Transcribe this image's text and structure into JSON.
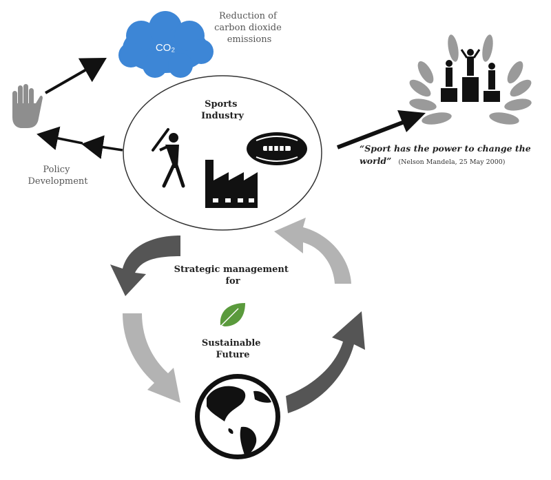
{
  "cloud": {
    "label": "CO₂",
    "color": "#3d86d6"
  },
  "captions": {
    "reduction": [
      "Reduction of",
      "carbon dioxide",
      "emissions"
    ],
    "policy": [
      "Policy",
      "Development"
    ],
    "sports_industry": [
      "Sports",
      "Industry"
    ],
    "strategic": [
      "Strategic management",
      "for"
    ],
    "sustainable": [
      "Sustainable",
      "Future"
    ]
  },
  "quote": {
    "text_line1": "“Sport has the power to change the",
    "text_line2": "world”",
    "attribution": "(Nelson Mandela, 25 May 2000)"
  },
  "icons": {
    "hand": "hand-icon",
    "cloud": "co2-cloud-icon",
    "podium": "podium-laurel-icon",
    "batter": "baseball-batter-icon",
    "factory": "factory-icon",
    "football": "football-icon",
    "leaf": "leaf-icon",
    "globe": "globe-icon"
  },
  "colors": {
    "arrow_dark": "#555555",
    "arrow_light": "#b3b3b3",
    "leaf": "#5a9a3c",
    "laurel": "#9a9a9a"
  }
}
